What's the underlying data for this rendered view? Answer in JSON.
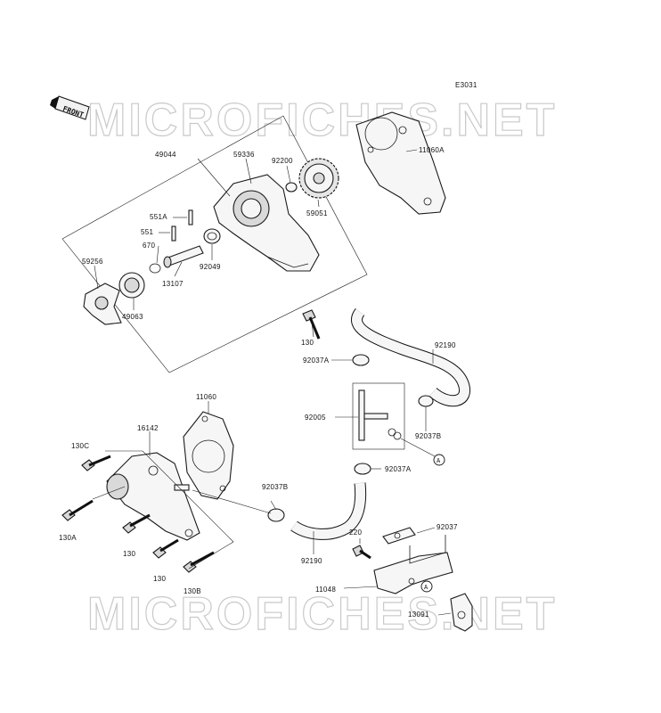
{
  "diagram_code": "E3031",
  "front_badge": "FRONT",
  "watermark": "MICROFICHES.NET",
  "circle_ref": "A",
  "parts": {
    "p49044": "49044",
    "p59336": "59336",
    "p92200": "92200",
    "p59051": "59051",
    "p11060A": "11060A",
    "p551A": "551A",
    "p551": "551",
    "p670": "670",
    "p59256": "59256",
    "p13107": "13107",
    "p92049": "92049",
    "p49063": "49063",
    "p130_top": "130",
    "p92037A_top": "92037A",
    "p92190_top": "92190",
    "p92005": "92005",
    "p92037B_right": "92037B",
    "p92037A_bottom": "92037A",
    "p11060": "11060",
    "p16142": "16142",
    "p130C": "130C",
    "p92037B_left": "92037B",
    "p130A": "130A",
    "p130_mid": "130",
    "p130_low": "130",
    "p130B": "130B",
    "p92190_bottom": "92190",
    "p220": "220",
    "p92037": "92037",
    "p11048": "11048",
    "p13091": "13091"
  }
}
